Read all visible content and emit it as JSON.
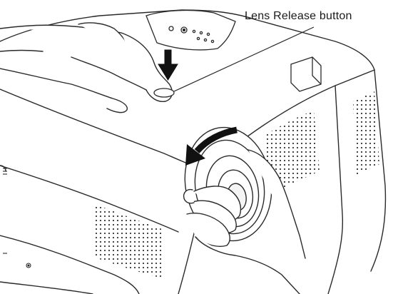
{
  "illustration": {
    "callout_label": "Lens Release button",
    "colors": {
      "line": "#2a2a2a",
      "body_fill": "#ffffff",
      "arrow_fill": "#111111",
      "vent_dot": "#333333"
    },
    "icons": [
      "projector-illustration",
      "hand-illustration",
      "press-down-arrow-icon",
      "rotate-arrow-icon",
      "lens-illustration"
    ]
  }
}
